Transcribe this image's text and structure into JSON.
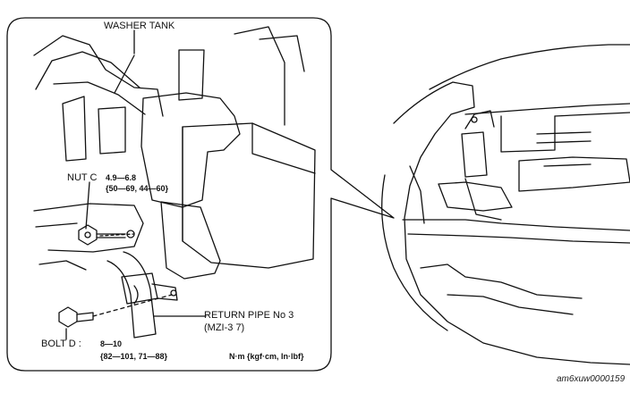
{
  "labels": {
    "washer_tank": "WASHER TANK",
    "nut_c": "NUT C",
    "nut_c_torque_nm": "4.9—6.8",
    "nut_c_torque_alt": "{50—69, 44—60}",
    "bolt_d": "BOLT D :",
    "bolt_d_torque_nm": "8—10",
    "bolt_d_torque_alt": "{82—101, 71—88}",
    "return_pipe": "RETURN PIPE No 3",
    "return_pipe_ref": "(MZI-3 7)",
    "units": "N·m {kgf·cm, In·lbf}",
    "figure_id": "am6xuw0000159"
  }
}
